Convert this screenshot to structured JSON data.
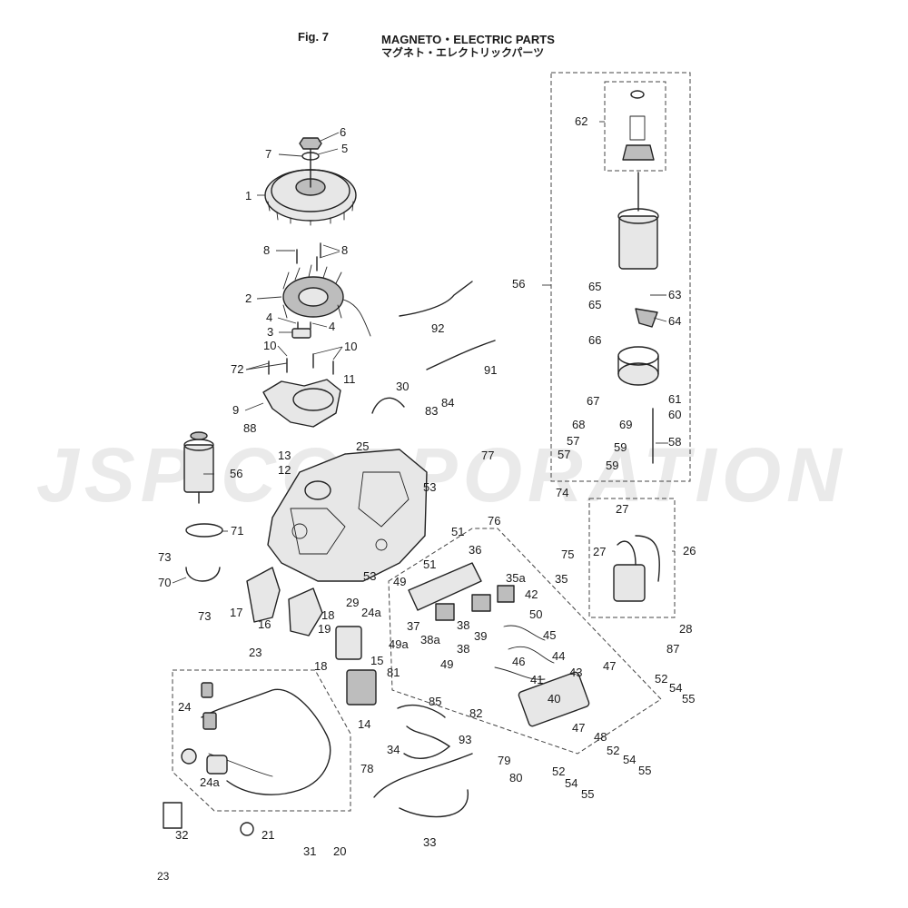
{
  "header": {
    "fig_label": "Fig. 7",
    "title_en": "MAGNETO・ELECTRIC PARTS",
    "title_ja": "マグネト・エレクトリックパーツ"
  },
  "watermark": "JSP CORPORATION",
  "page_number": "23",
  "callouts": {
    "c1": "1",
    "c2": "2",
    "c3": "3",
    "c4a": "4",
    "c4b": "4",
    "c5": "5",
    "c6": "6",
    "c7": "7",
    "c8a": "8",
    "c8b": "8",
    "c9": "9",
    "c10a": "10",
    "c10b": "10",
    "c11": "11",
    "c12": "12",
    "c13": "13",
    "c14": "14",
    "c15": "15",
    "c16": "16",
    "c17": "17",
    "c18a": "18",
    "c18b": "18",
    "c19": "19",
    "c20": "20",
    "c21": "21",
    "c23": "23",
    "c24": "24",
    "c24a": "24a",
    "c24a2": "24a",
    "c25": "25",
    "c26": "26",
    "c27a": "27",
    "c27b": "27",
    "c28": "28",
    "c29": "29",
    "c30": "30",
    "c31": "31",
    "c32": "32",
    "c33": "33",
    "c34": "34",
    "c35": "35",
    "c35a": "35a",
    "c36": "36",
    "c37": "37",
    "c38": "38",
    "c38a": "38a",
    "c39": "39",
    "c40": "40",
    "c41": "41",
    "c42": "42",
    "c43": "43",
    "c44": "44",
    "c45": "45",
    "c46": "46",
    "c47a": "47",
    "c47b": "47",
    "c48": "48",
    "c49a": "49",
    "c49b": "49",
    "c49c": "49a",
    "c50": "50",
    "c51a": "51",
    "c51b": "51",
    "c52a": "52",
    "c52b": "52",
    "c52c": "52",
    "c53a": "53",
    "c53b": "53",
    "c54a": "54",
    "c54b": "54",
    "c54c": "54",
    "c55a": "55",
    "c55b": "55",
    "c55c": "55",
    "c56a": "56",
    "c56b": "56",
    "c57a": "57",
    "c57b": "57",
    "c58": "58",
    "c59a": "59",
    "c59b": "59",
    "c60": "60",
    "c61": "61",
    "c62": "62",
    "c63": "63",
    "c64": "64",
    "c65a": "65",
    "c65b": "65",
    "c66": "66",
    "c67": "67",
    "c68": "68",
    "c69": "69",
    "c70": "70",
    "c71": "71",
    "c72": "72",
    "c73a": "73",
    "c73b": "73",
    "c74": "74",
    "c75": "75",
    "c76": "76",
    "c77": "77",
    "c78": "78",
    "c79": "79",
    "c80": "80",
    "c81": "81",
    "c82": "82",
    "c83": "83",
    "c84": "84",
    "c85": "85",
    "c87": "87",
    "c88": "88",
    "c91": "91",
    "c92": "92",
    "c93": "93"
  }
}
